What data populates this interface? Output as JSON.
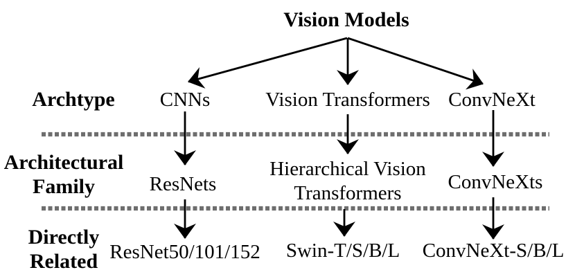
{
  "title": "Vision Models",
  "row_labels": {
    "archtype": "Archtype",
    "architectural_family": "Architectural Family",
    "directly_related": "Directly Related"
  },
  "columns": [
    {
      "archtype": "CNNs",
      "architectural_family": "ResNets",
      "directly_related": "ResNet50/101/152"
    },
    {
      "archtype": "Vision Transformers",
      "architectural_family": "Hierarchical Vision Transformers",
      "directly_related": "Swin-T/S/B/L"
    },
    {
      "archtype": "ConvNeXt",
      "architectural_family": "ConvNeXts",
      "directly_related": "ConvNeXt-S/B/L"
    }
  ],
  "colors": {
    "text": "#000000",
    "arrow": "#000000",
    "divider_dots": "#6e6e6e",
    "background": "#ffffff"
  }
}
